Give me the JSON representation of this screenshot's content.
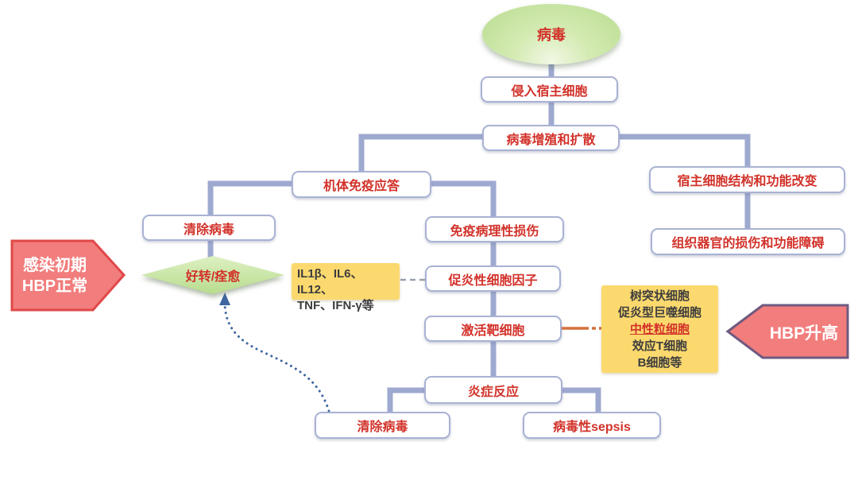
{
  "diagram": {
    "nodes": {
      "virus": "病毒",
      "invade_host": "侵入宿主细胞",
      "proliferation": "病毒增殖和扩散",
      "immune_response": "机体免疫应答",
      "clear_virus_early": "清除病毒",
      "recovery": "好转/痊愈",
      "immunopathological_damage": "免疫病理性损伤",
      "proinflammatory_cytokines": "促炎性细胞因子",
      "activate_target_cells": "激活靶细胞",
      "inflammatory_response": "炎症反应",
      "clear_virus_late": "清除病毒",
      "viral_sepsis": "病毒性sepsis",
      "host_cell_alteration": "宿主细胞结构和功能改变",
      "tissue_organ_damage": "组织器官的损伤和功能障碍"
    },
    "cytokine_note": {
      "lines": [
        "IL1β、IL6、IL12、",
        "TNF、IFN-γ等"
      ]
    },
    "cell_note": {
      "lines": [
        "树突状细胞",
        "促炎型巨噬细胞",
        "中性粒细胞",
        "效应T细胞",
        "B细胞等"
      ],
      "highlighted": "中性粒细胞"
    },
    "hbp_normal_tag": {
      "lines": [
        "感染初期",
        "HBP正常"
      ]
    },
    "hbp_high_tag": {
      "label": "HBP升高"
    },
    "colors": {
      "connector": "#9ea9d0",
      "node_border": "#a9b2d4",
      "node_text": "#d2322a",
      "note_bg": "#fbd96e",
      "tag_fill": "#f27d7d",
      "tag_border_red": "#e04848",
      "tag_border_purple": "#6f5a80",
      "orange_link": "#d4703a",
      "gray_link": "#9aa2ac",
      "green_fill": "#bede93",
      "dotted_link": "#3f66a0"
    }
  }
}
